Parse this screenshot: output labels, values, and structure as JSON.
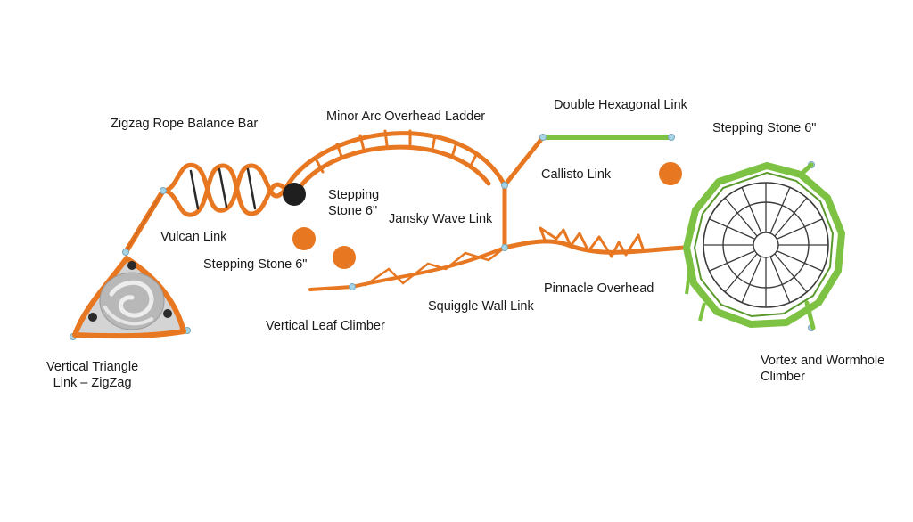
{
  "colors": {
    "orange": "#e87722",
    "orange_dark": "#c9601a",
    "green": "#7dc242",
    "green_dark": "#5a9a2c",
    "black": "#1f1f1f",
    "silver": "#c8c8c8",
    "connector": "#a9d4e6"
  },
  "labels": {
    "zigzag_rope": "Zigzag Rope Balance Bar",
    "minor_arc": "Minor Arc Overhead Ladder",
    "double_hex": "Double Hexagonal Link",
    "stepping_stone_top_right": "Stepping Stone 6\"",
    "callisto": "Callisto Link",
    "stepping_stone_center": "Stepping\nStone 6\"",
    "jansky": "Jansky Wave Link",
    "vulcan": "Vulcan Link",
    "stepping_stone_left": "Stepping Stone 6\"",
    "pinnacle": "Pinnacle Overhead",
    "squiggle": "Squiggle Wall Link",
    "vertical_leaf": "Vertical Leaf Climber",
    "vertical_triangle": "Vertical Triangle\nLink – ZigZag",
    "vortex": "Vortex and Wormhole\nClimber"
  }
}
